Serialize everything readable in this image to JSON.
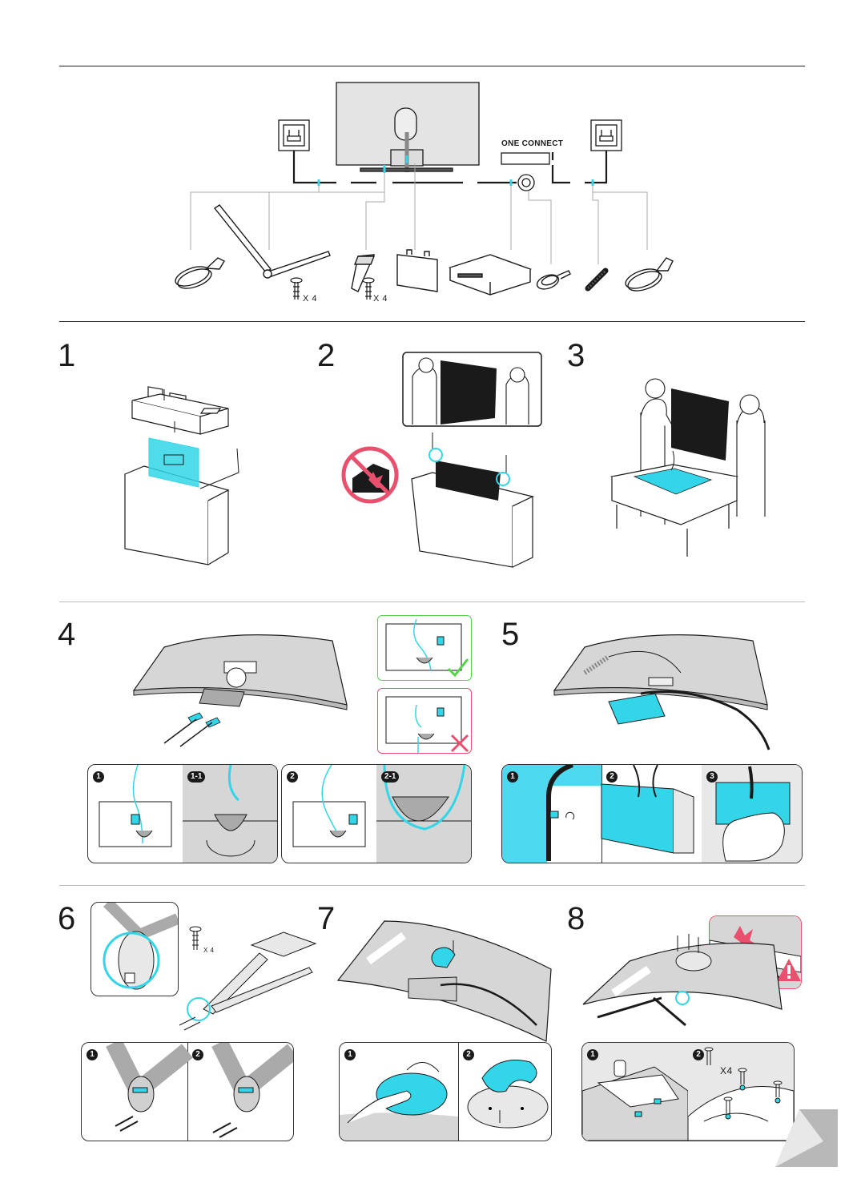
{
  "components": {
    "one_connect_label": "ONE CONNECT",
    "screw_qty_stand": "X 4",
    "screw_qty_bracket": "X 4"
  },
  "steps": [
    {
      "number": "1"
    },
    {
      "number": "2"
    },
    {
      "number": "3"
    },
    {
      "number": "4",
      "substeps": [
        "1",
        "1-1",
        "2",
        "2-1"
      ]
    },
    {
      "number": "5",
      "substeps": [
        "1",
        "2",
        "3"
      ]
    },
    {
      "number": "6",
      "screw_qty": "X 4",
      "substeps": [
        "1",
        "2"
      ]
    },
    {
      "number": "7",
      "substeps": [
        "1",
        "2"
      ]
    },
    {
      "number": "8",
      "screw_qty": "X4",
      "substeps": [
        "1",
        "2"
      ]
    }
  ],
  "colors": {
    "accent": "#33d6e8",
    "ok": "#55d44a",
    "error": "#e8506e",
    "line": "#1a1a1a",
    "gray_fill": "#d6d6d6"
  },
  "icons": {
    "correct": "check-icon",
    "wrong": "cross-icon",
    "warning": "warning-icon",
    "prohibited": "no-lay-flat-icon"
  }
}
